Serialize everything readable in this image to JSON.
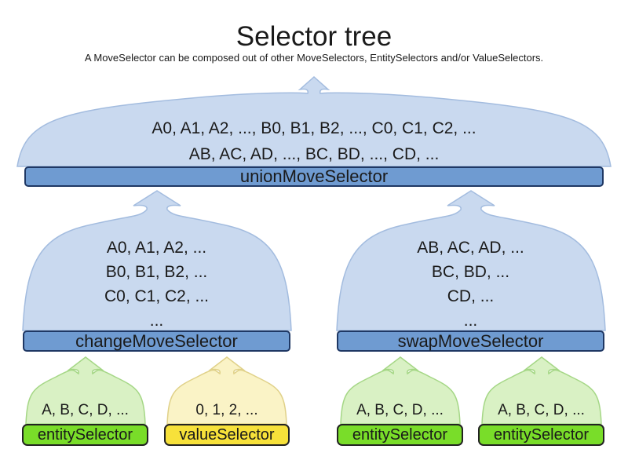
{
  "title": "Selector tree",
  "subtitle": "A MoveSelector can be composed out of other MoveSelectors, EntitySelectors and/or ValueSelectors.",
  "colors": {
    "text": "#1a1a1a",
    "blue_cloud_fill": "#c9d9ef",
    "blue_cloud_border": "#a3bcdf",
    "blue_bar_fill": "#6f9bd1",
    "blue_bar_border": "#1f3864",
    "green_cloud_fill": "#d9f1c4",
    "green_cloud_border": "#a5d786",
    "green_bar_fill": "#79dd29",
    "green_bar_border": "#222222",
    "yellow_cloud_fill": "#faf3c6",
    "yellow_cloud_border": "#e0d189",
    "yellow_bar_fill": "#f7e13a",
    "yellow_bar_border": "#222222"
  },
  "nodes": {
    "union": {
      "label": "unionMoveSelector",
      "lines": [
        "A0, A1, A2, ..., B0, B1, B2, ..., C0, C1, C2, ...",
        "AB, AC, AD, ..., BC, BD, ..., CD, ..."
      ]
    },
    "change": {
      "label": "changeMoveSelector",
      "lines": [
        "A0, A1, A2, ...",
        "B0, B1, B2, ...",
        "C0, C1, C2, ...",
        "..."
      ]
    },
    "swap": {
      "label": "swapMoveSelector",
      "lines": [
        "AB, AC, AD, ...",
        "BC, BD, ...",
        "CD, ...",
        "..."
      ]
    },
    "entity1": {
      "label": "entitySelector",
      "lines": [
        "A, B, C, D, ..."
      ]
    },
    "value1": {
      "label": "valueSelector",
      "lines": [
        "0, 1, 2, ..."
      ]
    },
    "entity2": {
      "label": "entitySelector",
      "lines": [
        "A, B, C, D, ..."
      ]
    },
    "entity3": {
      "label": "entitySelector",
      "lines": [
        "A, B, C, D, ..."
      ]
    }
  }
}
